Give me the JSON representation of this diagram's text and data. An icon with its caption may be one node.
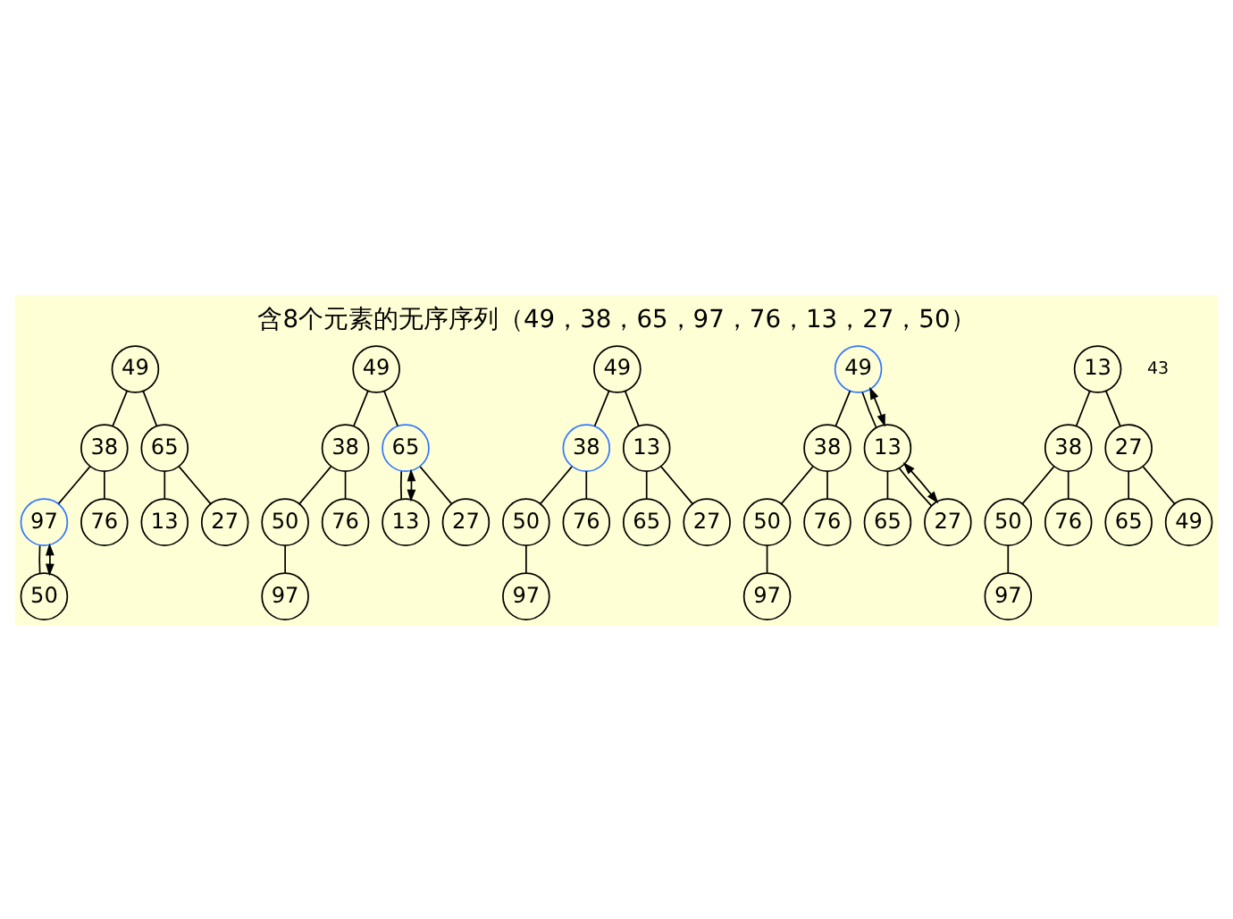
{
  "diagram": {
    "title": "含8个元素的无序序列（49，38，65，97，76，13，27，50）",
    "nodes": [
      {
        "text": [
          "49"
        ]
      },
      {
        "text": [
          "38"
        ]
      },
      {
        "text": [
          "65"
        ]
      },
      {
        "text": [
          "97"
        ]
      },
      {
        "text": [
          "76"
        ]
      },
      {
        "text": [
          "13"
        ]
      },
      {
        "text": [
          "27"
        ]
      },
      {
        "text": [
          "50"
        ]
      },
      {
        "text": [
          "49"
        ]
      },
      {
        "text": [
          "38"
        ]
      },
      {
        "text": [
          "65"
        ]
      },
      {
        "text": [
          "50"
        ]
      },
      {
        "text": [
          "76"
        ]
      },
      {
        "text": [
          "13"
        ]
      },
      {
        "text": [
          "27"
        ]
      },
      {
        "text": [
          "97"
        ]
      },
      {
        "text": [
          "49"
        ]
      },
      {
        "text": [
          "38"
        ]
      },
      {
        "text": [
          "13"
        ]
      },
      {
        "text": [
          "50"
        ]
      },
      {
        "text": [
          "76"
        ]
      },
      {
        "text": [
          "65"
        ]
      },
      {
        "text": [
          "27"
        ]
      },
      {
        "text": [
          "97"
        ]
      },
      {
        "text": [
          "49"
        ]
      },
      {
        "text": [
          "38"
        ]
      },
      {
        "text": [
          "13"
        ]
      },
      {
        "text": [
          "50"
        ]
      },
      {
        "text": [
          "76"
        ]
      },
      {
        "text": [
          "65"
        ]
      },
      {
        "text": [
          "27"
        ]
      },
      {
        "text": [
          "97"
        ]
      },
      {
        "text": [
          "13"
        ]
      },
      {
        "text": [
          "38"
        ]
      },
      {
        "text": [
          "27"
        ]
      },
      {
        "text": [
          "50"
        ]
      },
      {
        "text": [
          "76"
        ]
      },
      {
        "text": [
          "65"
        ]
      },
      {
        "text": [
          "49"
        ]
      },
      {
        "text": [
          "97"
        ]
      }
    ],
    "edges": [
      {
        "from": 0,
        "to": 1,
        "arrow": "none"
      },
      {
        "from": 0,
        "to": 2,
        "arrow": "none"
      },
      {
        "from": 1,
        "to": 3,
        "arrow": "none"
      },
      {
        "from": 1,
        "to": 4,
        "arrow": "none"
      },
      {
        "from": 2,
        "to": 5,
        "arrow": "none"
      },
      {
        "from": 2,
        "to": 6,
        "arrow": "none"
      },
      {
        "from": 3,
        "to": 7,
        "arrow": "none"
      },
      {
        "from": 3,
        "to": 7,
        "arrow": "both"
      },
      {
        "from": 8,
        "to": 9,
        "arrow": "none"
      },
      {
        "from": 8,
        "to": 10,
        "arrow": "none"
      },
      {
        "from": 9,
        "to": 11,
        "arrow": "none"
      },
      {
        "from": 9,
        "to": 12,
        "arrow": "none"
      },
      {
        "from": 10,
        "to": 13,
        "arrow": "none"
      },
      {
        "from": 10,
        "to": 14,
        "arrow": "none"
      },
      {
        "from": 11,
        "to": 15,
        "arrow": "none"
      },
      {
        "from": 10,
        "to": 13,
        "arrow": "both"
      },
      {
        "from": 16,
        "to": 17,
        "arrow": "none"
      },
      {
        "from": 16,
        "to": 18,
        "arrow": "none"
      },
      {
        "from": 17,
        "to": 19,
        "arrow": "none"
      },
      {
        "from": 17,
        "to": 20,
        "arrow": "none"
      },
      {
        "from": 18,
        "to": 21,
        "arrow": "none"
      },
      {
        "from": 18,
        "to": 22,
        "arrow": "none"
      },
      {
        "from": 19,
        "to": 23,
        "arrow": "none"
      },
      {
        "from": 24,
        "to": 25,
        "arrow": "none"
      },
      {
        "from": 24,
        "to": 26,
        "arrow": "none"
      },
      {
        "from": 25,
        "to": 27,
        "arrow": "none"
      },
      {
        "from": 25,
        "to": 28,
        "arrow": "none"
      },
      {
        "from": 26,
        "to": 29,
        "arrow": "none"
      },
      {
        "from": 26,
        "to": 30,
        "arrow": "none"
      },
      {
        "from": 27,
        "to": 31,
        "arrow": "none"
      },
      {
        "from": 24,
        "to": 26,
        "arrow": "both"
      },
      {
        "from": 26,
        "to": 30,
        "arrow": "both"
      },
      {
        "from": 32,
        "to": 33,
        "arrow": "none"
      },
      {
        "from": 32,
        "to": 34,
        "arrow": "none"
      },
      {
        "from": 33,
        "to": 35,
        "arrow": "none"
      },
      {
        "from": 33,
        "to": 36,
        "arrow": "none"
      },
      {
        "from": 34,
        "to": 37,
        "arrow": "none"
      },
      {
        "from": 34,
        "to": 38,
        "arrow": "none"
      },
      {
        "from": 35,
        "to": 39,
        "arrow": "none"
      }
    ],
    "labels": [
      "43"
    ]
  }
}
